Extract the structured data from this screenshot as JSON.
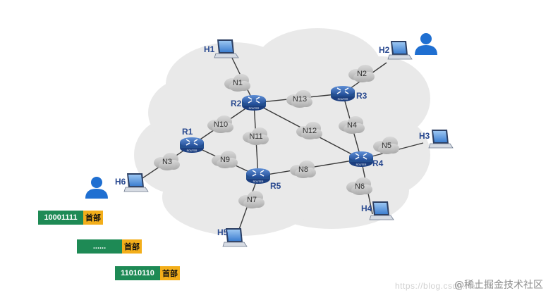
{
  "routers": [
    "R1",
    "R2",
    "R3",
    "R4",
    "R5"
  ],
  "networks": [
    "N1",
    "N2",
    "N3",
    "N4",
    "N5",
    "N6",
    "N7",
    "N8",
    "N9",
    "N10",
    "N11",
    "N12",
    "N13"
  ],
  "hosts": [
    "H1",
    "H2",
    "H3",
    "H4",
    "H5",
    "H6"
  ],
  "router_caption": "ROUTER",
  "packets": [
    {
      "data": "10001111",
      "header": "首部"
    },
    {
      "data": "......",
      "header": "首部"
    },
    {
      "data": "11010110",
      "header": "首部"
    }
  ],
  "watermark": "@稀土掘金技术社区",
  "watermark_faint": "https://blog.csdn.net",
  "colors": {
    "cloud": "#eaeaea",
    "router": "#2f62b0",
    "user": "#1f6fd1",
    "packet_data": "#1e8a55",
    "packet_header": "#f3ae1a"
  }
}
